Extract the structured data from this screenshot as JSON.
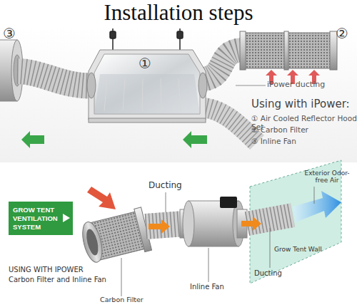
{
  "diagram": {
    "title": "Installation steps",
    "nodes": [
      {
        "text": [
          "GROW TENT VENTILATION SYSTEM"
        ]
      }
    ],
    "labels": [
      "③",
      "①",
      "②",
      "iPower ducting",
      "Using with iPower:",
      "① Air Cooled Reflector Hood Set",
      "② Carbon Filter",
      "③ Inline Fan",
      "Ducting",
      "Exterior Odor-free Air",
      "Grow Tent Wall",
      "USING WITH IPOWER",
      "Carbon Filter and Inline Fan",
      "Ducting",
      "Inline Fan",
      "Carbon Filter"
    ]
  }
}
